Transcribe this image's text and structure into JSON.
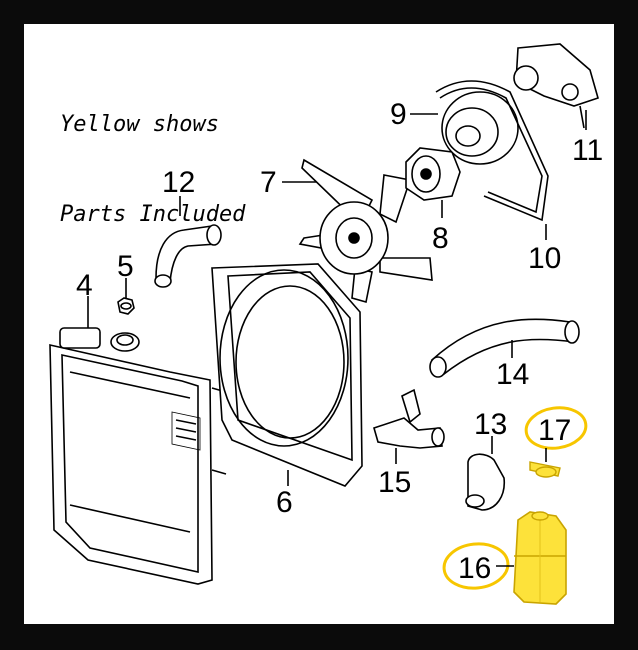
{
  "caption": {
    "line1": "Yellow shows",
    "line2": "Parts Included"
  },
  "colors": {
    "highlight": "#fde23a",
    "highlight_stroke": "#f7c600",
    "line": "#000000",
    "background": "#ffffff",
    "frame": "#0b0b0b"
  },
  "parts": [
    {
      "id": "p4",
      "label": "4",
      "name": "radiator"
    },
    {
      "id": "p5",
      "label": "5",
      "name": "radiator-cap"
    },
    {
      "id": "p6",
      "label": "6",
      "name": "fan-shroud"
    },
    {
      "id": "p7",
      "label": "7",
      "name": "cooling-fan"
    },
    {
      "id": "p8",
      "label": "8",
      "name": "fan-clutch"
    },
    {
      "id": "p9",
      "label": "9",
      "name": "pulley"
    },
    {
      "id": "p10",
      "label": "10",
      "name": "drive-belt"
    },
    {
      "id": "p11",
      "label": "11",
      "name": "water-pump"
    },
    {
      "id": "p12",
      "label": "12",
      "name": "upper-hose"
    },
    {
      "id": "p13",
      "label": "13",
      "name": "small-hose"
    },
    {
      "id": "p14",
      "label": "14",
      "name": "lower-hose"
    },
    {
      "id": "p15",
      "label": "15",
      "name": "water-outlet"
    },
    {
      "id": "p16",
      "label": "16",
      "name": "reservoir-tank",
      "included": true
    },
    {
      "id": "p17",
      "label": "17",
      "name": "reservoir-cap",
      "included": true
    }
  ]
}
